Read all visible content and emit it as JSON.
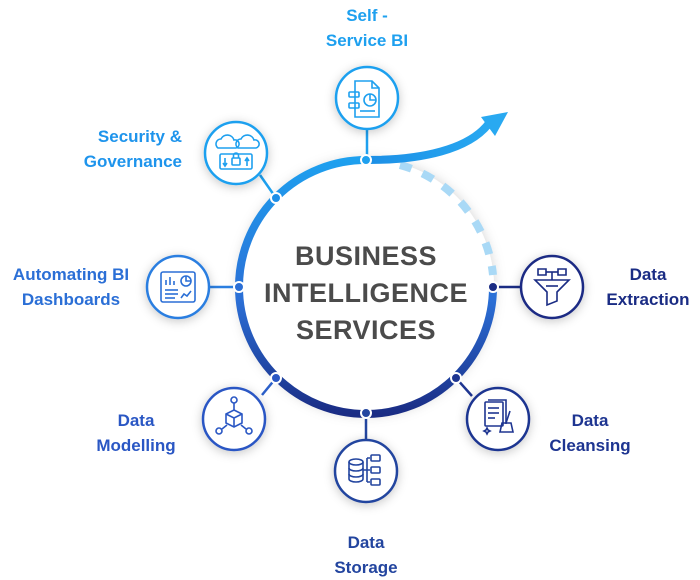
{
  "center": {
    "line1": "BUSINESS",
    "line2": "INTELLIGENCE",
    "line3": "SERVICES"
  },
  "colors": {
    "light_blue": "#1ea0ef",
    "mid_blue": "#2b6fd6",
    "dark_navy": "#1a2c84",
    "text_dark": "#4b4b4b"
  },
  "nodes": [
    {
      "id": "self-service-bi",
      "lines": [
        "Self -",
        "Service BI"
      ],
      "icon": "report-document-icon"
    },
    {
      "id": "security-governance",
      "lines": [
        "Security &",
        "Governance"
      ],
      "icon": "cloud-lock-icon"
    },
    {
      "id": "automating-bi-dashboards",
      "lines": [
        "Automating BI",
        "Dashboards"
      ],
      "icon": "dashboard-icon"
    },
    {
      "id": "data-modelling",
      "lines": [
        "Data",
        "Modelling"
      ],
      "icon": "cube-network-icon"
    },
    {
      "id": "data-storage",
      "lines": [
        "Data",
        "Storage"
      ],
      "icon": "database-folders-icon"
    },
    {
      "id": "data-cleansing",
      "lines": [
        "Data",
        "Cleansing"
      ],
      "icon": "document-broom-icon"
    },
    {
      "id": "data-extraction",
      "lines": [
        "Data",
        "Extraction"
      ],
      "icon": "funnel-folders-icon"
    }
  ]
}
